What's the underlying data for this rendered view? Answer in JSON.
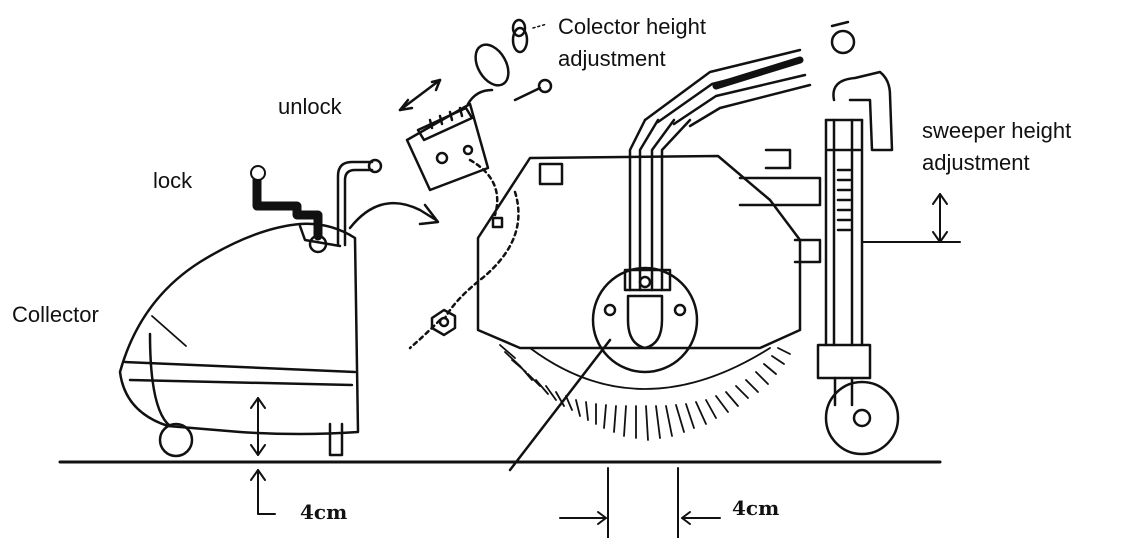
{
  "labels": {
    "collector_height_line1": "Colector height",
    "collector_height_line2": "adjustment",
    "unlock": "unlock",
    "lock": "lock",
    "collector": "Collector",
    "sweeper_height_line1": "sweeper height",
    "sweeper_height_line2": "adjustment",
    "clearance_left": "4cm",
    "clearance_right": "4cm"
  },
  "colors": {
    "ink": "#111111",
    "background": "#ffffff"
  }
}
